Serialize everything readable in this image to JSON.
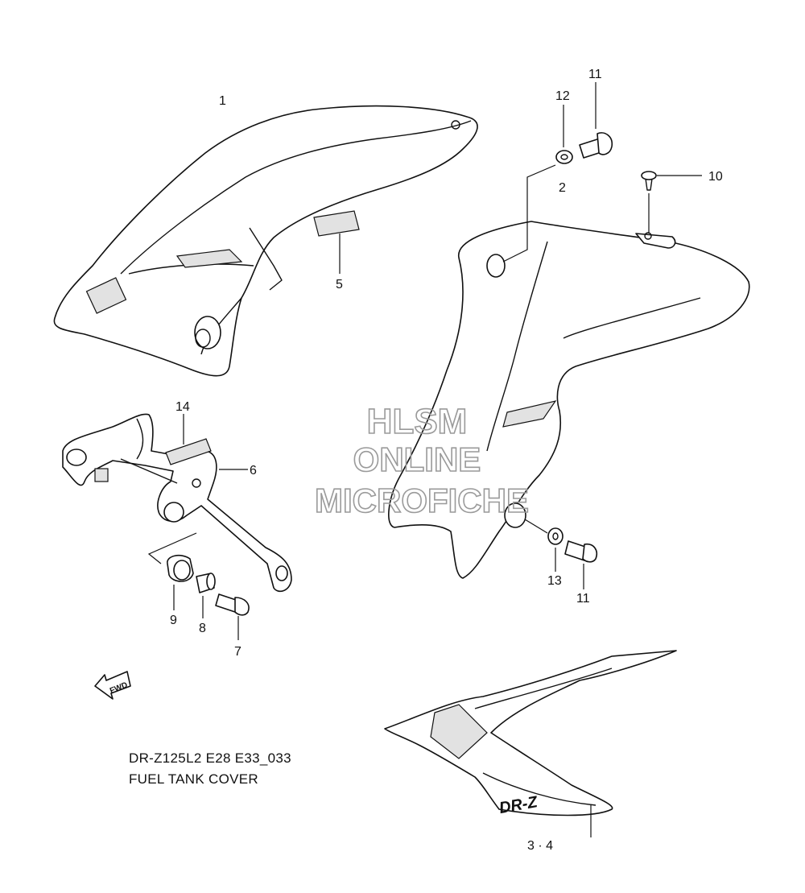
{
  "caption": {
    "model": "DR-Z125L2 E28 E33_033",
    "title": "FUEL TANK COVER"
  },
  "watermark": {
    "line1": "HLSM",
    "line2": "ONLINE",
    "line3": "MICROFICHE",
    "color": "#9a9a9a"
  },
  "fwd_marker": {
    "label": "FWD"
  },
  "emblem": {
    "text": "DR-Z"
  },
  "callouts": {
    "c1": "1",
    "c2": "2",
    "c34": "3 · 4",
    "c5": "5",
    "c6": "6",
    "c7": "7",
    "c8": "8",
    "c9": "9",
    "c10": "10",
    "c11a": "11",
    "c11b": "11",
    "c12": "12",
    "c13": "13",
    "c14": "14"
  }
}
